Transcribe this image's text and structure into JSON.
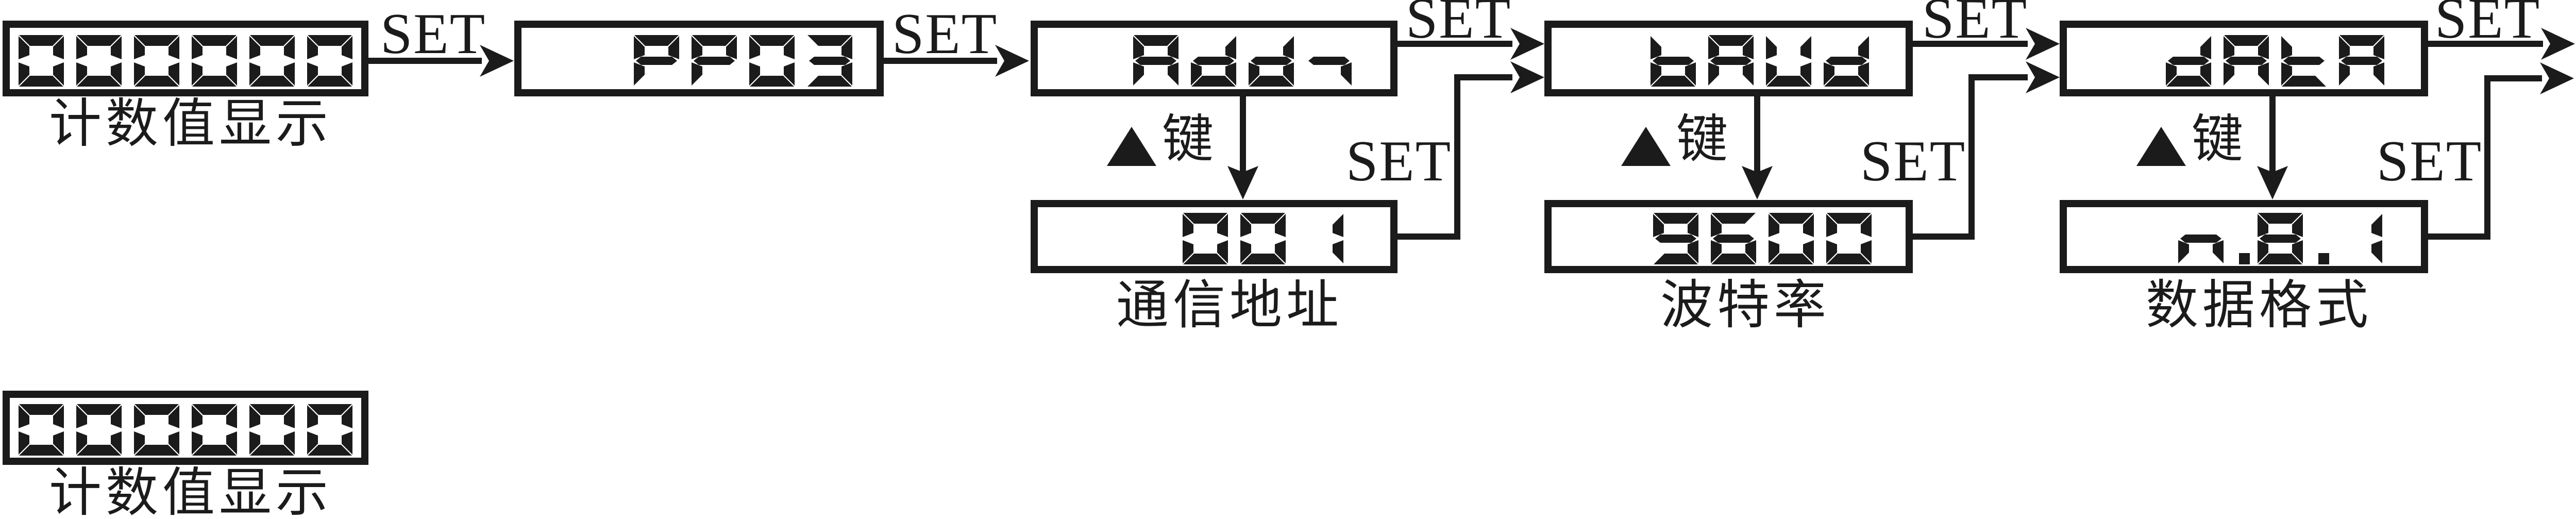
{
  "diagram": {
    "set_label": "SET",
    "up_key": {
      "symbol": "▲",
      "label": "键"
    },
    "colors": {
      "ink": "#1b1b1b",
      "background": "#ffffff"
    },
    "displays": [
      {
        "name": "count-display-top",
        "value": "000000",
        "label": "计数值显示"
      },
      {
        "name": "menu-code-display",
        "value": "PP03",
        "label": ""
      },
      {
        "name": "param-addr-display",
        "value": "Addr",
        "label": ""
      },
      {
        "name": "value-addr-display",
        "value": "001",
        "label": "通信地址"
      },
      {
        "name": "param-baud-display",
        "value": "bAUd",
        "label": ""
      },
      {
        "name": "value-baud-display",
        "value": "9600",
        "label": "波特率"
      },
      {
        "name": "param-data-display",
        "value": "dAtA",
        "label": ""
      },
      {
        "name": "value-data-display",
        "value": "n.8.1",
        "label": "数据格式"
      },
      {
        "name": "count-display-bottom",
        "value": "000000",
        "label": "计数值显示"
      }
    ]
  }
}
